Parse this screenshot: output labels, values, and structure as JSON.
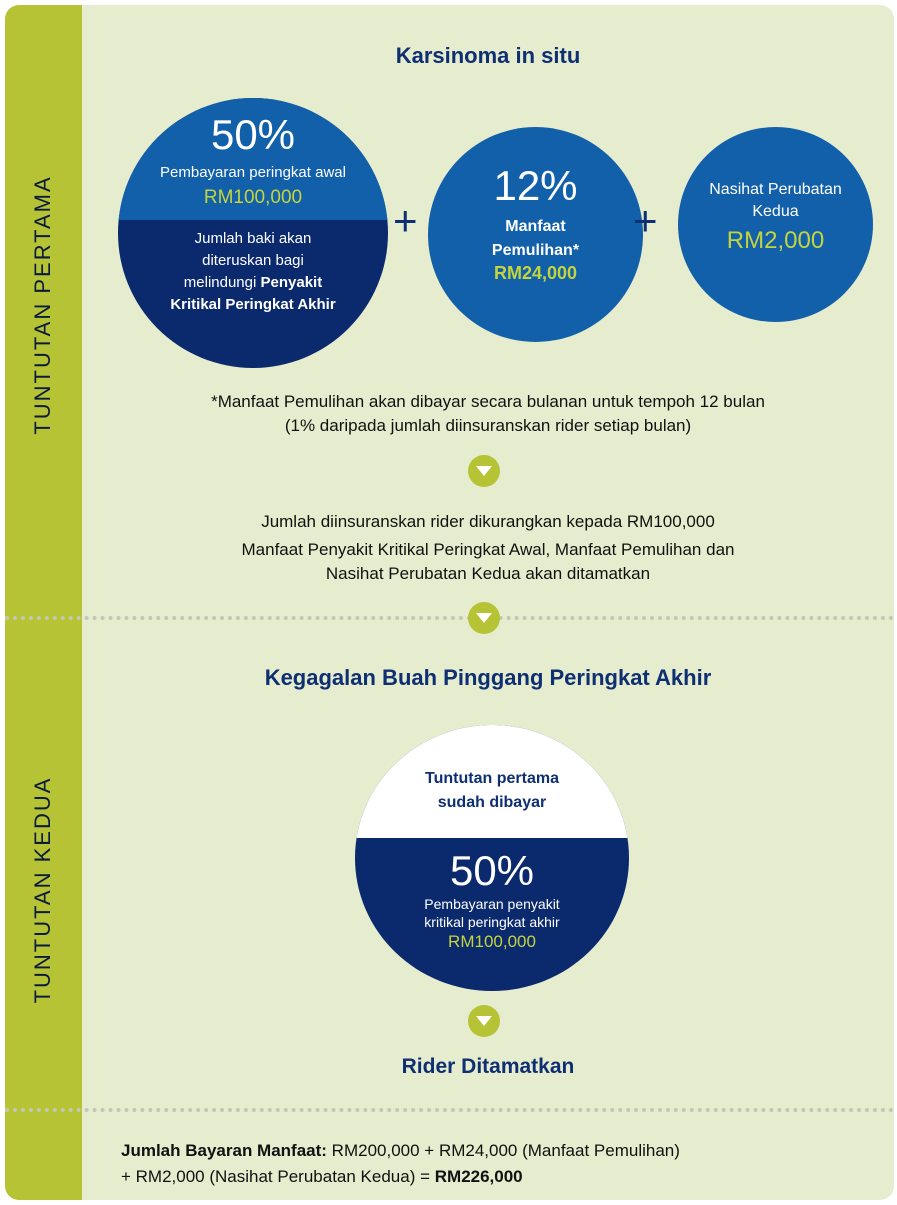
{
  "sidebar": {
    "first_claim_label": "TUNTUTAN PERTAMA",
    "second_claim_label": "TUNTUTAN KEDUA"
  },
  "first_claim": {
    "title": "Karsinoma in situ",
    "circle_early": {
      "percent": "50%",
      "label": "Pembayaran peringkat awal",
      "amount": "RM100,000",
      "note_prefix": "Jumlah baki akan diteruskan bagi melindungi ",
      "note_bold": "Penyakit Kritikal Peringkat Akhir"
    },
    "circle_recovery": {
      "percent": "12%",
      "label": "Manfaat Pemulihan*",
      "amount": "RM24,000"
    },
    "circle_second_opinion": {
      "label": "Nasihat Perubatan Kedua",
      "amount": "RM2,000"
    },
    "plus_symbol": "+",
    "footnote_line1": "*Manfaat Pemulihan akan dibayar secara bulanan untuk tempoh 12 bulan",
    "footnote_line2": "(1% daripada jumlah diinsuranskan rider setiap bulan)",
    "result_line1": "Jumlah diinsuranskan rider dikurangkan kepada RM100,000",
    "result_line2": "Manfaat Penyakit Kritikal Peringkat Awal, Manfaat Pemulihan dan",
    "result_line3": "Nasihat Perubatan Kedua akan ditamatkan"
  },
  "second_claim": {
    "title": "Kegagalan Buah Pinggang Peringkat Akhir",
    "circle": {
      "paid_note": "Tuntutan pertama sudah dibayar",
      "percent": "50%",
      "label": "Pembayaran penyakit kritikal peringkat akhir",
      "amount": "RM100,000"
    },
    "end_title": "Rider Ditamatkan"
  },
  "total": {
    "label": "Jumlah Bayaran Manfaat:",
    "line1": " RM200,000 + RM24,000 (Manfaat Pemulihan)",
    "line2": "+ RM2,000 (Nasihat Perubatan Kedua) = ",
    "sum": "RM226,000"
  },
  "colors": {
    "background": "#e6ecce",
    "sidebar": "#b5c335",
    "navy": "#0b2a6e",
    "blue": "#1260aa",
    "lime": "#c4d43e"
  }
}
